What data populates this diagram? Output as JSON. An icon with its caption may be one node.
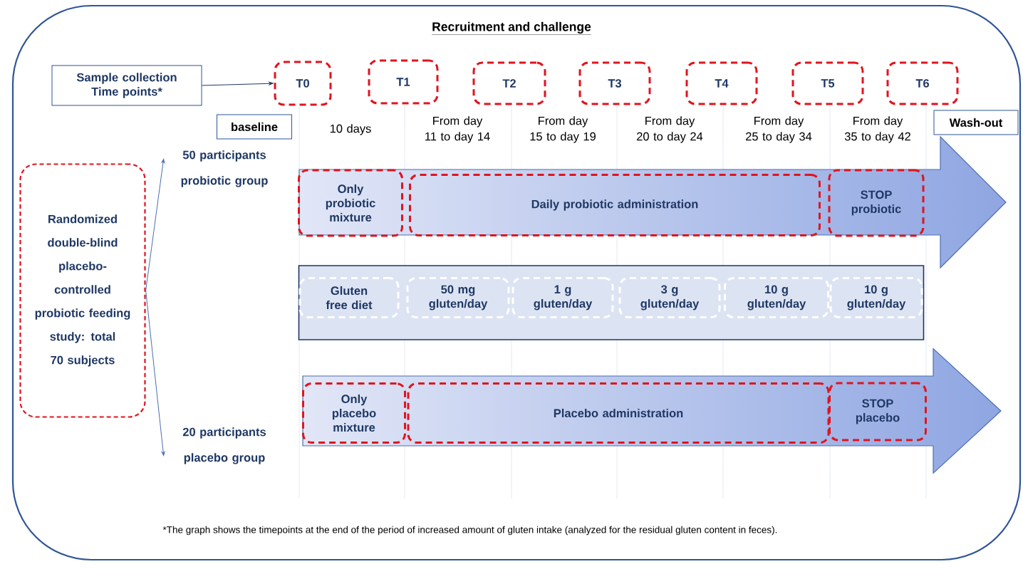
{
  "diagram": {
    "title": "Recruitment and challenge",
    "caption": "*The graph shows the timepoints at the end of the period of increased amount of gluten intake (analyzed for the residual gluten content in feces).",
    "nodes": [
      {
        "text": [
          "Sample collection Time points*"
        ]
      },
      {
        "text": [
          "T0"
        ]
      },
      {
        "text": [
          "T1"
        ]
      },
      {
        "text": [
          "T2"
        ]
      },
      {
        "text": [
          "T3"
        ]
      },
      {
        "text": [
          "T4"
        ]
      },
      {
        "text": [
          "T5"
        ]
      },
      {
        "text": [
          "T6"
        ]
      },
      {
        "text": [
          "baseline"
        ]
      },
      {
        "text": [
          "Wash-out"
        ]
      },
      {
        "text": [
          "Randomized double-blind placebo-controlled probiotic feeding study: total 70 subjects"
        ]
      },
      {
        "text": [
          "50 participants probiotic group"
        ]
      },
      {
        "text": [
          "20 participants placebo group"
        ]
      },
      {
        "text": [],
        "shape": "arrow"
      },
      {
        "text": [
          "Only probiotic mixture"
        ],
        "in": 13
      },
      {
        "text": [
          "Daily probiotic administration"
        ],
        "in": 13
      },
      {
        "text": [
          "STOP probiotic"
        ],
        "in": 13
      },
      {
        "text": [],
        "shape": "box"
      },
      {
        "text": [
          "Gluten free diet"
        ],
        "in": 17
      },
      {
        "text": [
          "50 mg gluten/day"
        ],
        "in": 17
      },
      {
        "text": [
          "1 g gluten/day"
        ],
        "in": 17
      },
      {
        "text": [
          "3 g gluten/day"
        ],
        "in": 17
      },
      {
        "text": [
          "10 g gluten/day"
        ],
        "in": 17
      },
      {
        "text": [
          "10 g gluten/day"
        ],
        "in": 17
      },
      {
        "text": [],
        "shape": "arrow"
      },
      {
        "text": [
          "Only placebo mixture"
        ],
        "in": 24
      },
      {
        "text": [
          "Placebo administration"
        ],
        "in": 24
      },
      {
        "text": [
          "STOP placebo"
        ],
        "in": 24
      }
    ],
    "edges": [
      {
        "from": 0,
        "to": 1,
        "arrow": "to",
        "color": "#1f3864"
      },
      {
        "from": 10,
        "to": 11,
        "arrow": "to"
      },
      {
        "from": 10,
        "to": 12,
        "arrow": "to"
      }
    ],
    "labels": [
      "10 days",
      "From day 11 to day 14",
      "From day 15 to day 19",
      "From day 20 to day 24",
      "From day 25 to day 34",
      "From day 35 to day 42"
    ]
  }
}
